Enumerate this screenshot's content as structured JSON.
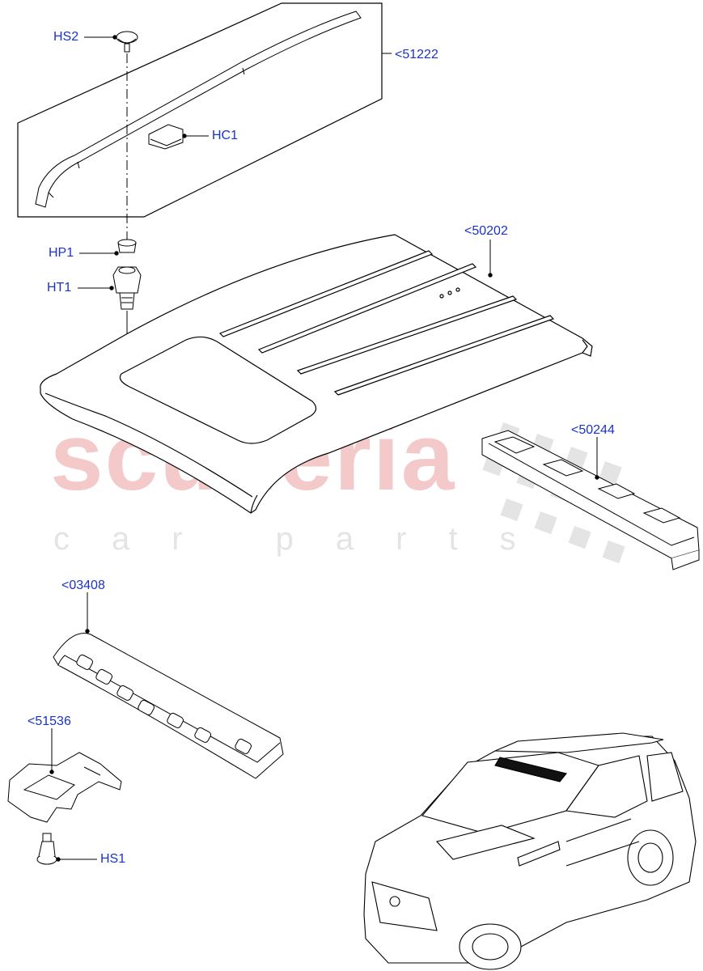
{
  "watermark": {
    "brand": "scuderia",
    "tagline": "car parts",
    "brand_color": "#f3c9c9",
    "checker_color": "#e2e2e2"
  },
  "callouts": {
    "hs2": "HS2",
    "p51222": "<51222",
    "hc1": "HC1",
    "hp1": "HP1",
    "ht1": "HT1",
    "p50202": "<50202",
    "p50244": "<50244",
    "p03408": "<03408",
    "p51536": "<51536",
    "hs1": "HS1"
  },
  "colors": {
    "label": "#1a33c9",
    "line": "#000000",
    "roof_fill": "#ffffff"
  }
}
